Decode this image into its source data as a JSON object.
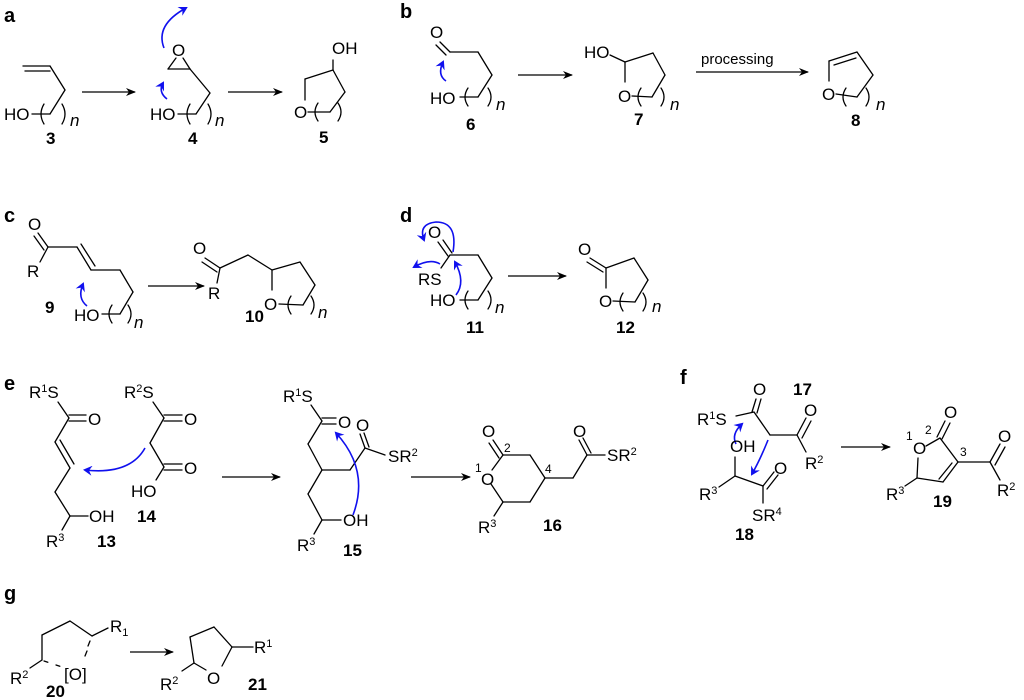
{
  "figure": {
    "panels": [
      {
        "id": "a",
        "label": "a",
        "compounds": [
          "3",
          "4",
          "5"
        ],
        "conditions": []
      },
      {
        "id": "b",
        "label": "b",
        "compounds": [
          "6",
          "7",
          "8"
        ],
        "conditions": [
          "processing"
        ]
      },
      {
        "id": "c",
        "label": "c",
        "compounds": [
          "9",
          "10"
        ],
        "conditions": []
      },
      {
        "id": "d",
        "label": "d",
        "compounds": [
          "11",
          "12"
        ],
        "conditions": []
      },
      {
        "id": "e",
        "label": "e",
        "compounds": [
          "13",
          "14",
          "15",
          "16"
        ],
        "conditions": []
      },
      {
        "id": "f",
        "label": "f",
        "compounds": [
          "17",
          "18",
          "19"
        ],
        "conditions": []
      },
      {
        "id": "g",
        "label": "g",
        "compounds": [
          "20",
          "21"
        ],
        "conditions": []
      }
    ],
    "atoms": {
      "O": "O",
      "OH": "OH",
      "HO": "HO",
      "RS": "RS",
      "R": "R",
      "S": "S",
      "SR": "SR",
      "n": "n",
      "oxidant": "[O]"
    },
    "substituents": {
      "R1_prefix": "R",
      "R1_sup": "1",
      "R2_sup": "2",
      "R3_sup": "3",
      "R4_sup": "4",
      "R_sub1": "1"
    },
    "ring_numbers": {
      "one": "1",
      "two": "2",
      "three": "3",
      "four": "4"
    },
    "arrow_colors": {
      "mechanism": "#1010ee",
      "reaction": "#000000"
    }
  }
}
